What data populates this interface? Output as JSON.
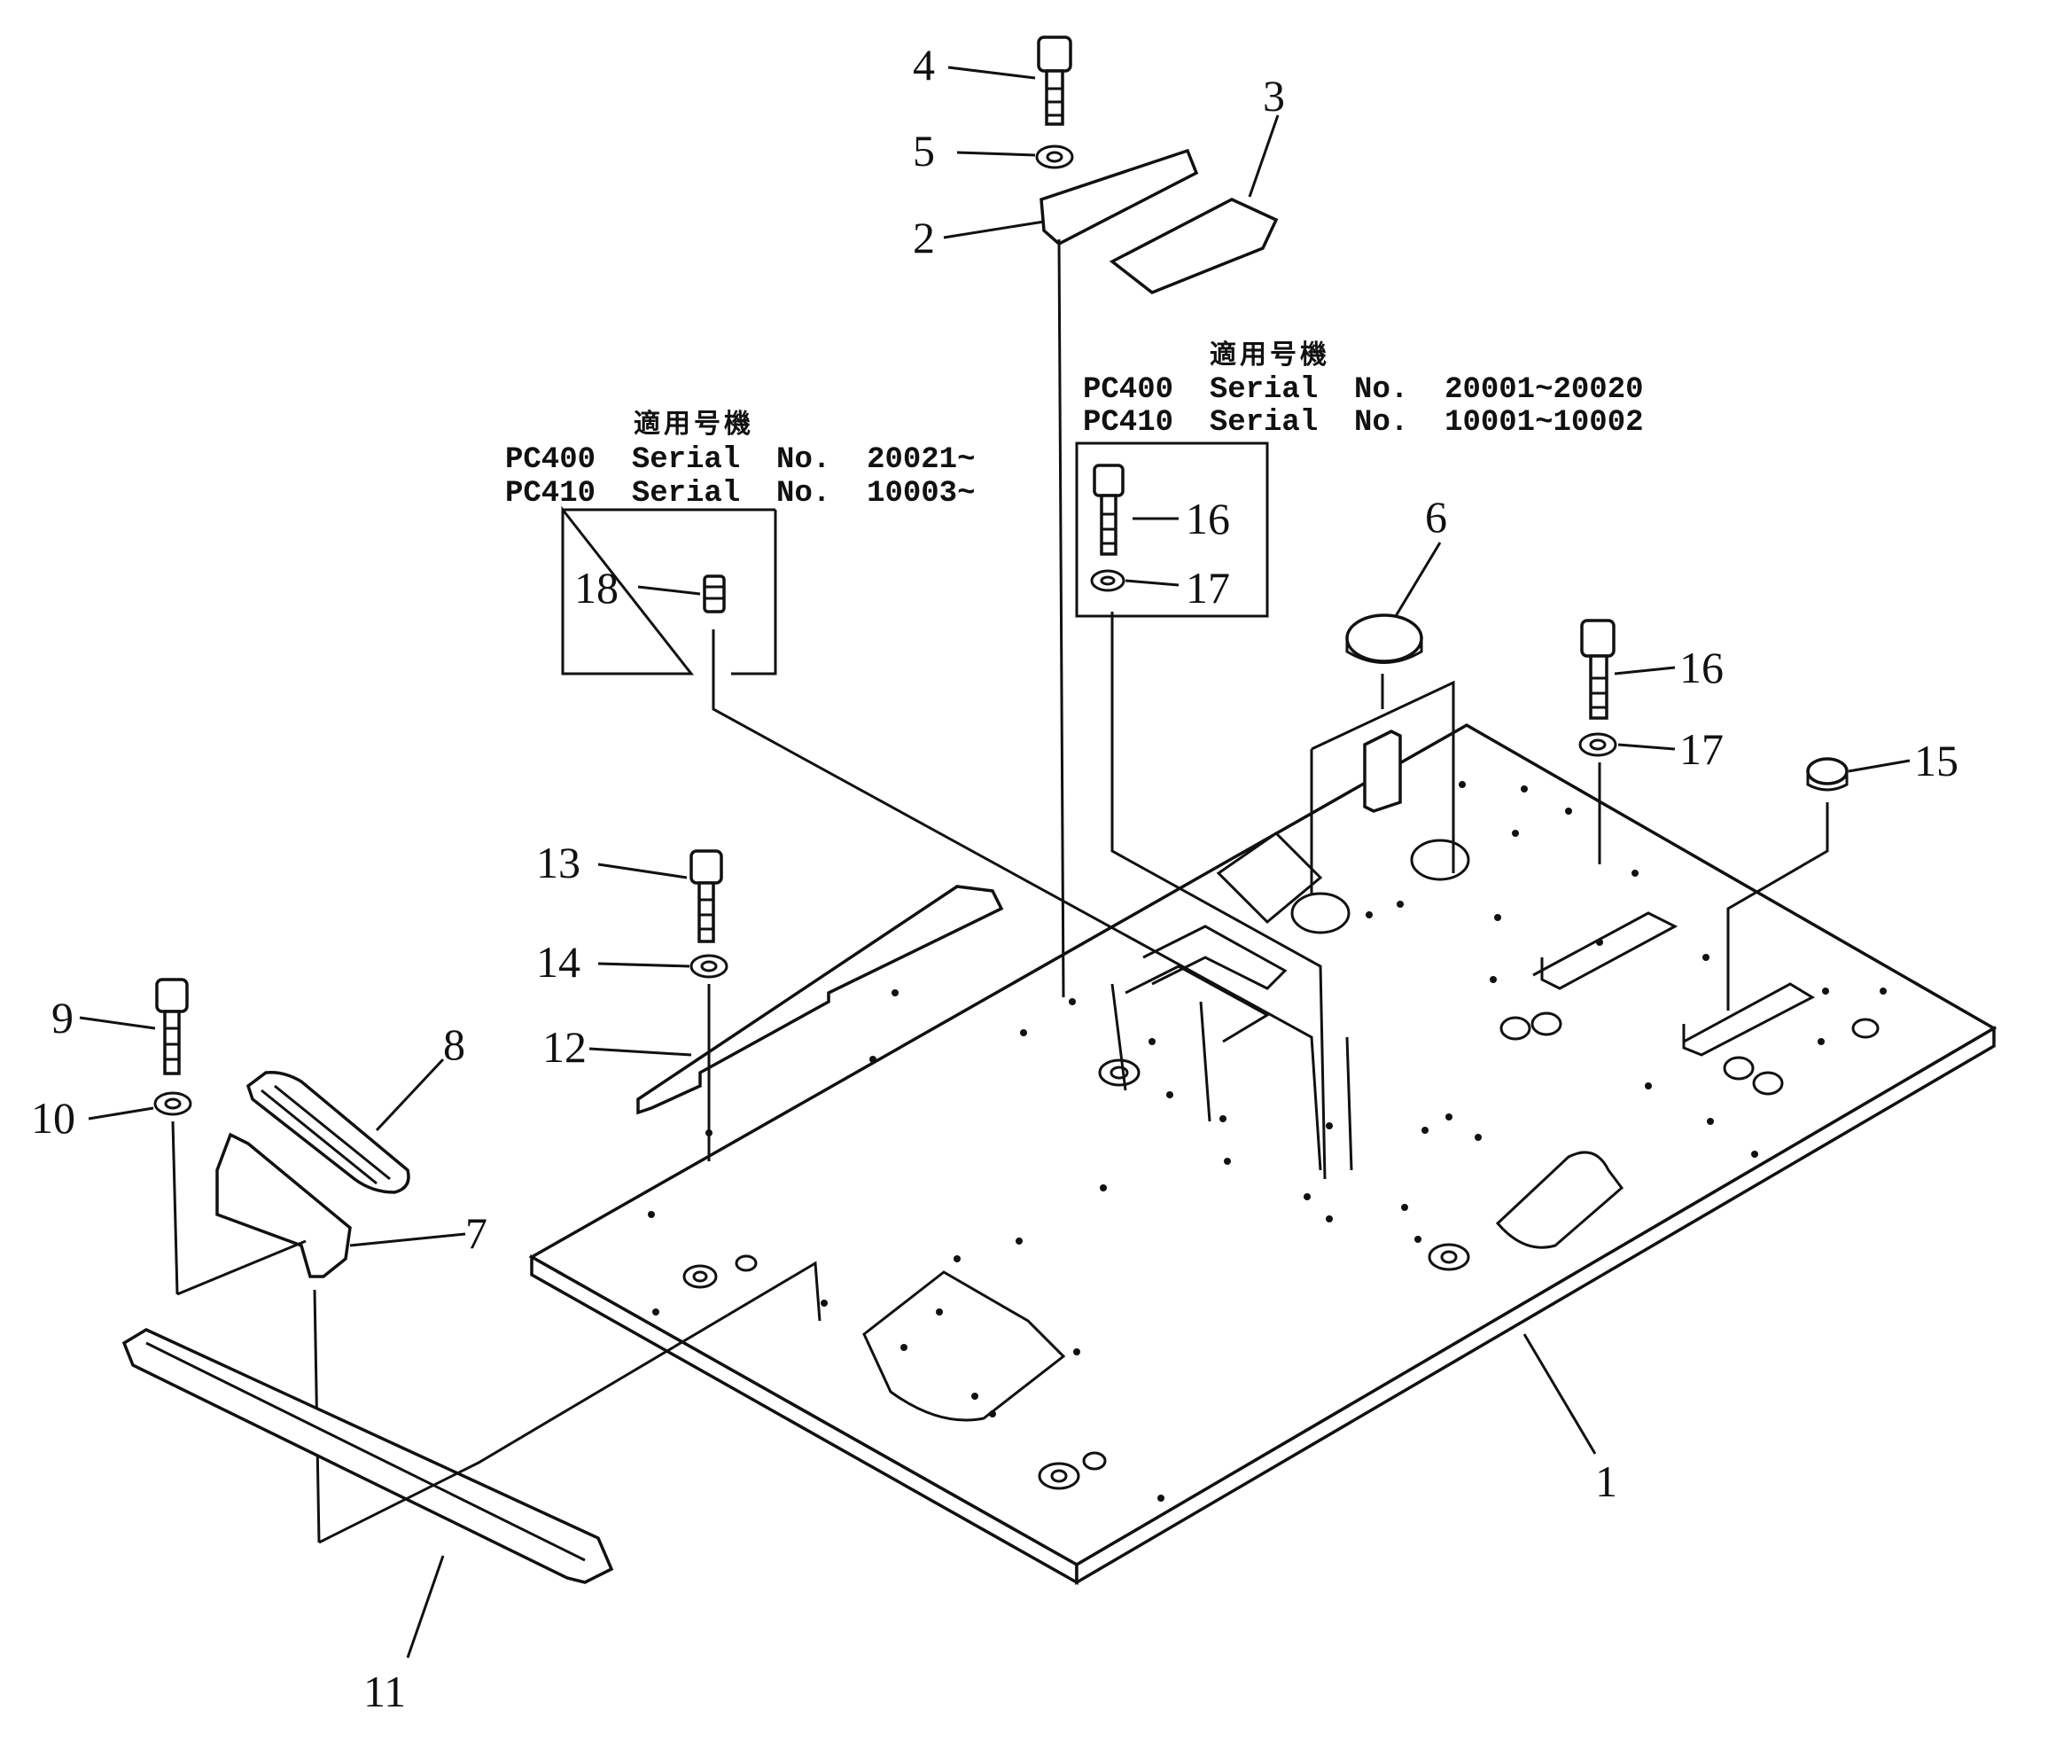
{
  "callouts": [
    "1",
    "2",
    "3",
    "4",
    "5",
    "6",
    "7",
    "8",
    "9",
    "10",
    "11",
    "12",
    "13",
    "14",
    "15",
    "16",
    "17",
    "16",
    "17",
    "18"
  ],
  "notes": {
    "left": {
      "heading": "適用号機",
      "line1": "PC400  Serial  No.  20021~",
      "line2": "PC410  Serial  No.  10003~"
    },
    "right": {
      "heading": "適用号機",
      "line1": "PC400  Serial  No.  20001~20020",
      "line2": "PC410  Serial  No.  10001~10002"
    }
  }
}
